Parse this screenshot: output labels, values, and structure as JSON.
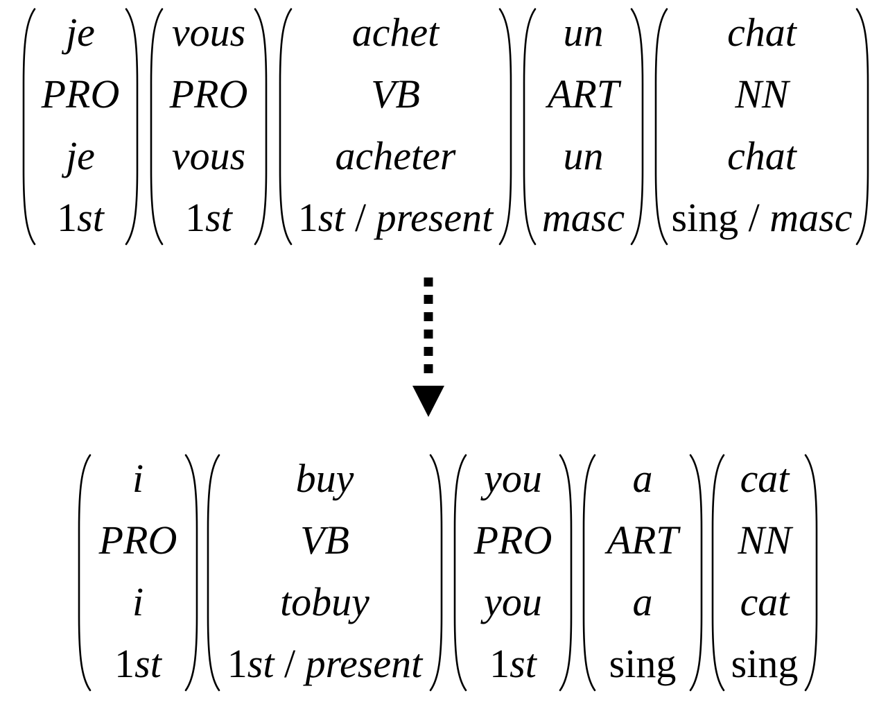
{
  "source": {
    "words": [
      {
        "surface": "je",
        "pos": "PRO",
        "lemma": "je",
        "feat": [
          [
            "1",
            "up"
          ],
          [
            "st",
            "it"
          ]
        ]
      },
      {
        "surface": "vous",
        "pos": "PRO",
        "lemma": "vous",
        "feat": [
          [
            "1",
            "up"
          ],
          [
            "st",
            "it"
          ]
        ]
      },
      {
        "surface": "achet",
        "pos": "VB",
        "lemma": "acheter",
        "feat": [
          [
            "1",
            "up"
          ],
          [
            "st",
            "it"
          ],
          [
            " / ",
            "up"
          ],
          [
            "present",
            "it"
          ]
        ]
      },
      {
        "surface": "un",
        "pos": "ART",
        "lemma": "un",
        "feat": [
          [
            "masc",
            "it"
          ]
        ]
      },
      {
        "surface": "chat",
        "pos": "NN",
        "lemma": "chat",
        "feat": [
          [
            "sing",
            "up"
          ],
          [
            " / ",
            "up"
          ],
          [
            "masc",
            "it"
          ]
        ]
      }
    ]
  },
  "target": {
    "words": [
      {
        "surface": "i",
        "pos": "PRO",
        "lemma": "i",
        "feat": [
          [
            "1",
            "up"
          ],
          [
            "st",
            "it"
          ]
        ]
      },
      {
        "surface": "buy",
        "pos": "VB",
        "lemma": "tobuy",
        "feat": [
          [
            "1",
            "up"
          ],
          [
            "st",
            "it"
          ],
          [
            " / ",
            "up"
          ],
          [
            "present",
            "it"
          ]
        ]
      },
      {
        "surface": "you",
        "pos": "PRO",
        "lemma": "you",
        "feat": [
          [
            "1",
            "up"
          ],
          [
            "st",
            "it"
          ]
        ]
      },
      {
        "surface": "a",
        "pos": "ART",
        "lemma": "a",
        "feat": [
          [
            "sing",
            "up"
          ]
        ]
      },
      {
        "surface": "cat",
        "pos": "NN",
        "lemma": "cat",
        "feat": [
          [
            "sing",
            "up"
          ]
        ]
      }
    ]
  },
  "arrow": {
    "style": "dotted",
    "direction": "down",
    "color": "#000000"
  }
}
